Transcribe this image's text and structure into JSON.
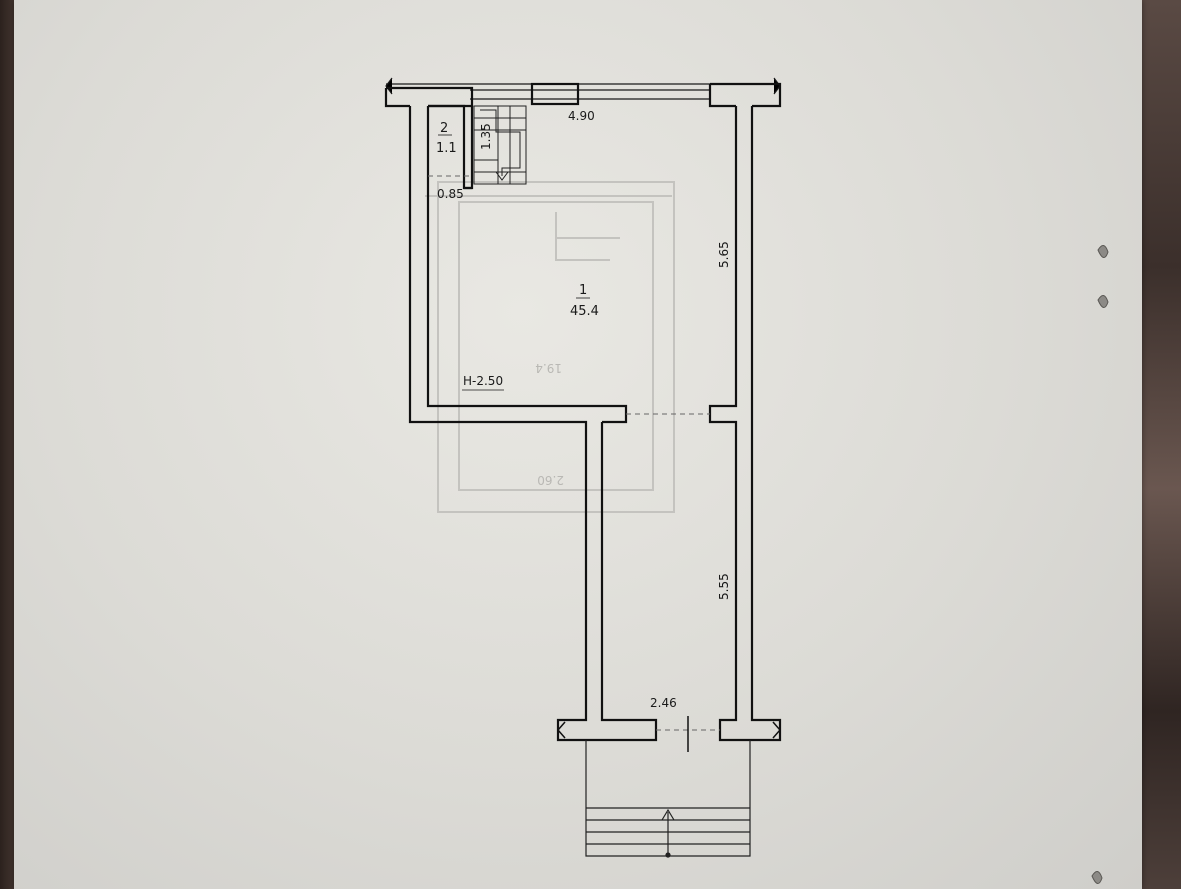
{
  "floor_plan": {
    "rooms": [
      {
        "number": "1",
        "area": "45.4"
      },
      {
        "number": "2",
        "area": "1.1"
      }
    ],
    "dimensions": {
      "top_width": "4.90",
      "upper_depth": "5.65",
      "lower_depth": "5.55",
      "entrance_width": "2.46",
      "stair_width": "1.35",
      "closet_width": "0.85"
    },
    "ceiling_height": "H-2.50",
    "ghost_labels": {
      "area": "19.4",
      "dim": "2.60"
    }
  },
  "colors": {
    "wall": "#111111",
    "paper": "#e4e3de",
    "ghost": "#b9b8b4"
  }
}
